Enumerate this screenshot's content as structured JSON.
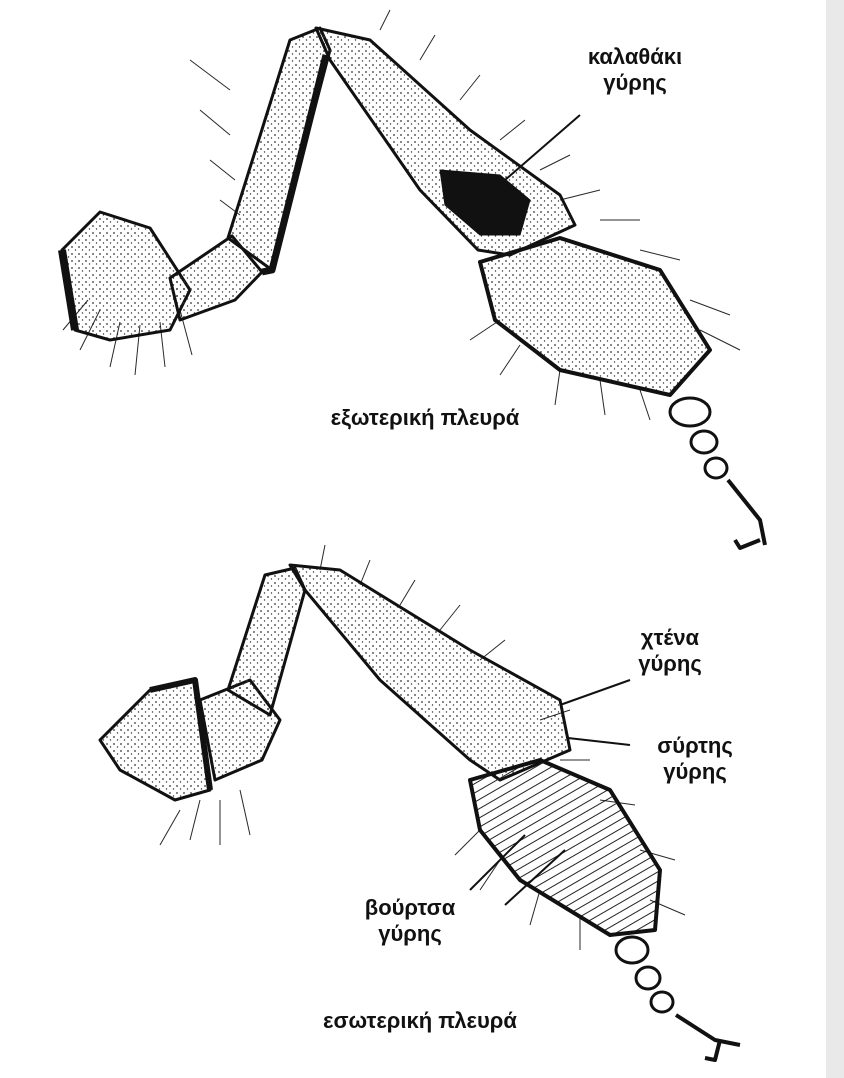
{
  "labels": {
    "pollen_basket_1": "καλαθάκι",
    "pollen_basket_2": "γύρης",
    "outer_side": "εξωτερική πλευρά",
    "pollen_comb_1": "χτένα",
    "pollen_comb_2": "γύρης",
    "pollen_press_1": "σύρτης",
    "pollen_press_2": "γύρης",
    "pollen_brush_1": "βούρτσα",
    "pollen_brush_2": "γύρης",
    "inner_side": "εσωτερική πλευρά"
  },
  "colors": {
    "ink": "#111111",
    "paper": "#ffffff",
    "bleed": "#cfcfcf",
    "shadow": "#e9e9e9"
  }
}
